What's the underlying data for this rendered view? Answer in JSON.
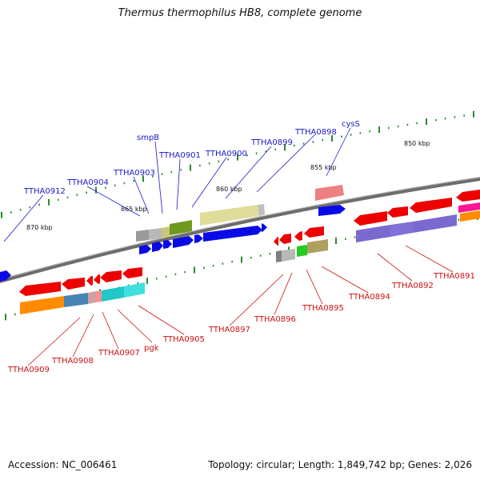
{
  "title": "Thermus thermophilus HB8, complete genome",
  "footer": {
    "accession": "Accession: NC_006461",
    "topology": "Topology: circular; Length: 1,849,742 bp; Genes: 2,026"
  },
  "colors": {
    "forward_label": "#1a1acc",
    "reverse_label": "#cc1111",
    "backbone": "#6d6d6d",
    "ticks": "#2a8a2a",
    "kbp_label": "#111111"
  },
  "scale_labels": [
    {
      "id": "kbp-850",
      "text": "850 kbp"
    },
    {
      "id": "kbp-855",
      "text": "855 kbp"
    },
    {
      "id": "kbp-860",
      "text": "860 kbp"
    },
    {
      "id": "kbp-865",
      "text": "865 kbp"
    },
    {
      "id": "kbp-870",
      "text": "870 kbp"
    }
  ],
  "forward_genes": [
    {
      "id": "TTHA0912",
      "label": "TTHA0912"
    },
    {
      "id": "TTHA0904",
      "label": "TTHA0904"
    },
    {
      "id": "TTHA0903",
      "label": "TTHA0903"
    },
    {
      "id": "smpB",
      "label": "smpB"
    },
    {
      "id": "TTHA0901",
      "label": "TTHA0901"
    },
    {
      "id": "TTHA0900",
      "label": "TTHA0900"
    },
    {
      "id": "TTHA0899",
      "label": "TTHA0899"
    },
    {
      "id": "TTHA0898",
      "label": "TTHA0898"
    },
    {
      "id": "cysS",
      "label": "cysS"
    }
  ],
  "reverse_genes": [
    {
      "id": "TTHA0909",
      "label": "TTHA0909"
    },
    {
      "id": "TTHA0908",
      "label": "TTHA0908"
    },
    {
      "id": "TTHA0907",
      "label": "TTHA0907"
    },
    {
      "id": "pgk",
      "label": "pgk"
    },
    {
      "id": "TTHA0905",
      "label": "TTHA0905"
    },
    {
      "id": "TTHA0897",
      "label": "TTHA0897"
    },
    {
      "id": "TTHA0896",
      "label": "TTHA0896"
    },
    {
      "id": "TTHA0895",
      "label": "TTHA0895"
    },
    {
      "id": "TTHA0894",
      "label": "TTHA0894"
    },
    {
      "id": "TTHA0892",
      "label": "TTHA0892"
    },
    {
      "id": "TTHA0891",
      "label": "TTHA0891"
    }
  ]
}
